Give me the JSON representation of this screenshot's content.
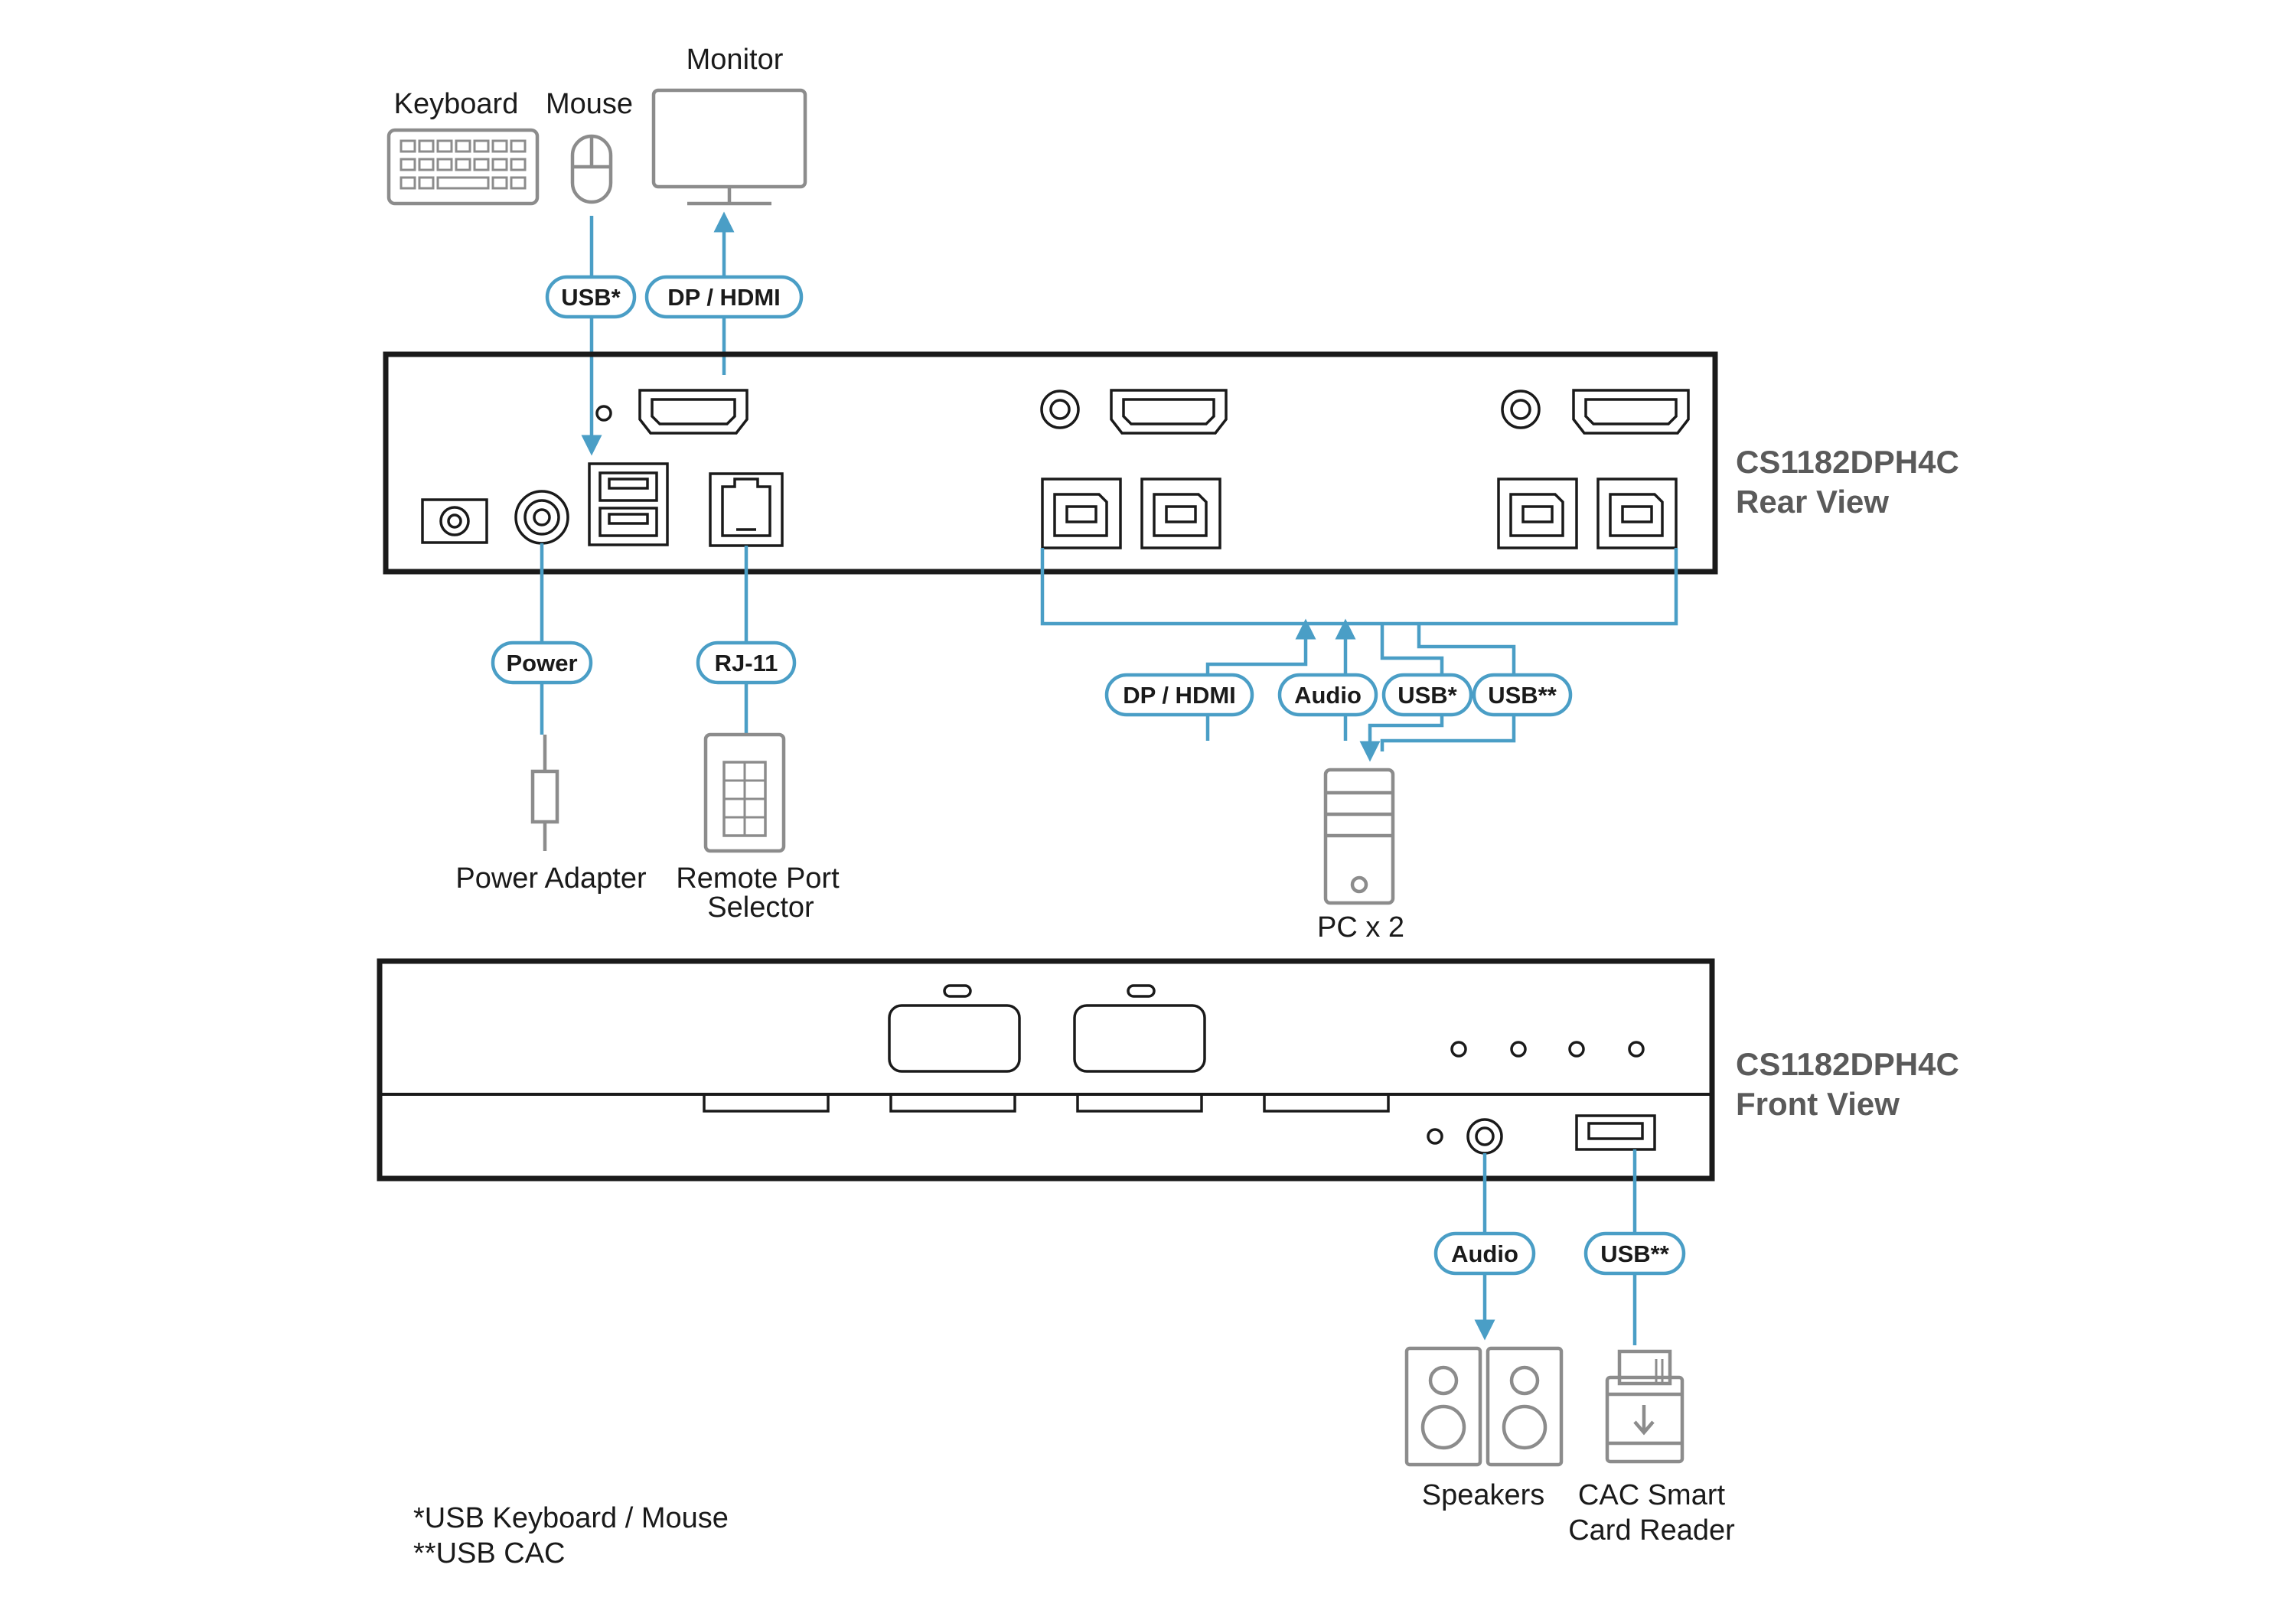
{
  "devices": {
    "keyboard": "Keyboard",
    "mouse": "Mouse",
    "monitor": "Monitor",
    "power_adapter": "Power Adapter",
    "remote_selector_1": "Remote Port",
    "remote_selector_2": "Selector",
    "pc": "PC x 2",
    "speakers": "Speakers",
    "card_reader_1": "CAC Smart",
    "card_reader_2": "Card Reader"
  },
  "connectors": {
    "usb_top": "USB*",
    "dp_hdmi_top": "DP / HDMI",
    "power": "Power",
    "rj11": "RJ-11",
    "dp_hdmi_pc": "DP / HDMI",
    "audio_pc": "Audio",
    "usb_pc": "USB*",
    "usb_cac_pc": "USB**",
    "audio_front": "Audio",
    "usb_front": "USB**"
  },
  "views": {
    "rear_model": "CS1182DPH4C",
    "rear_label": "Rear View",
    "front_model": "CS1182DPH4C",
    "front_label": "Front View"
  },
  "notes": {
    "note1": "*USB Keyboard / Mouse",
    "note2": "**USB CAC"
  },
  "colors": {
    "cable": "#4a9ec6",
    "device_outline": "#8c8c8c",
    "unit_outline": "#1a1a1a",
    "view_title": "#5a5a5a"
  }
}
